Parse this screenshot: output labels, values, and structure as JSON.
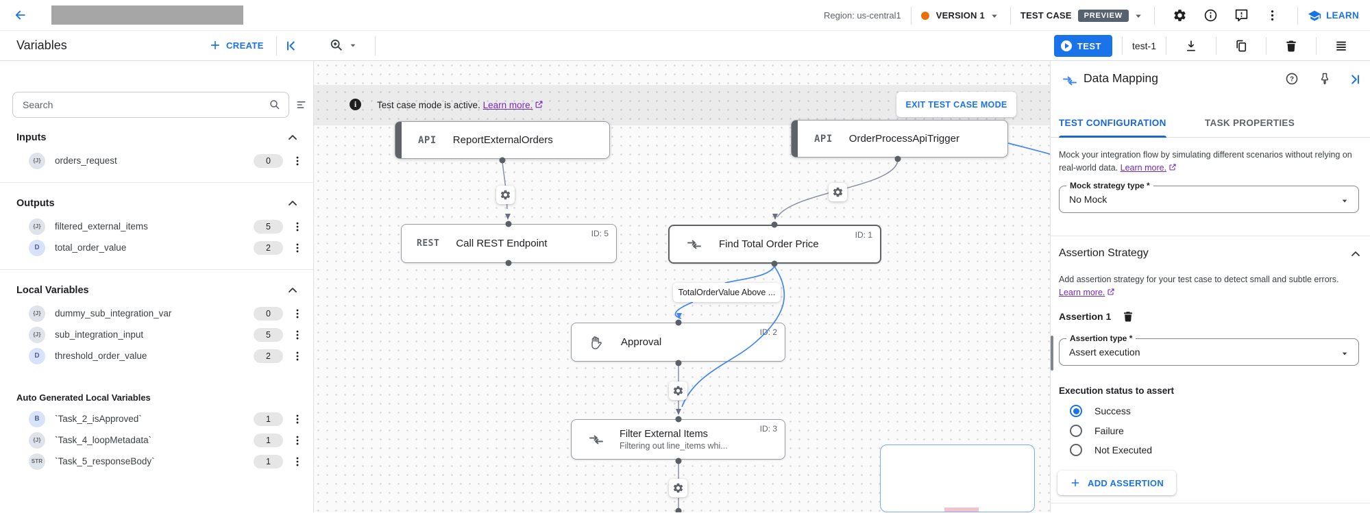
{
  "topbar": {
    "region": "Region: us-central1",
    "version_label": "VERSION 1",
    "test_case_label": "TEST CASE",
    "preview_badge": "PREVIEW",
    "learn_label": "LEARN"
  },
  "toolbar": {
    "title": "Variables",
    "create_label": "CREATE",
    "test_label": "TEST",
    "test_name": "test-1"
  },
  "sidebar": {
    "search_placeholder": "Search",
    "sections": [
      {
        "title": "Inputs",
        "chevron": true,
        "divider": true,
        "small": false,
        "items": [
          {
            "type": "{J}",
            "name": "orders_request",
            "count": "0"
          }
        ]
      },
      {
        "title": "Outputs",
        "chevron": true,
        "divider": true,
        "small": false,
        "items": [
          {
            "type": "{J}",
            "name": "filtered_external_items",
            "count": "5"
          },
          {
            "type": "D",
            "name": "total_order_value",
            "count": "2"
          }
        ]
      },
      {
        "title": "Local Variables",
        "chevron": true,
        "divider": false,
        "small": false,
        "items": [
          {
            "type": "{J}",
            "name": "dummy_sub_integration_var",
            "count": "0"
          },
          {
            "type": "{J}",
            "name": "sub_integration_input",
            "count": "5"
          },
          {
            "type": "D",
            "name": "threshold_order_value",
            "count": "2"
          }
        ]
      },
      {
        "title": "Auto Generated Local Variables",
        "chevron": false,
        "divider": false,
        "small": true,
        "items": [
          {
            "type": "B",
            "name": "`Task_2_isApproved`",
            "count": "1"
          },
          {
            "type": "{J}",
            "name": "`Task_4_loopMetadata`",
            "count": "1"
          },
          {
            "type": "STR",
            "name": "`Task_5_responseBody`",
            "count": "1"
          }
        ]
      }
    ]
  },
  "canvas": {
    "banner": {
      "text": "Test case mode is active.",
      "link": "Learn more.",
      "exit_button": "EXIT TEST CASE MODE"
    },
    "edge_label": "TotalOrderValue Above ...",
    "nodes": {
      "report": {
        "tag": "API",
        "title": "ReportExternalOrders"
      },
      "trigger": {
        "tag": "API",
        "title": "OrderProcessApiTrigger"
      },
      "rest": {
        "tag": "REST",
        "title": "Call REST Endpoint",
        "id": "ID: 5"
      },
      "find": {
        "title": "Find Total Order Price",
        "id": "ID: 1"
      },
      "approval": {
        "title": "Approval",
        "id": "ID: 2"
      },
      "filter": {
        "title": "Filter External Items",
        "id": "ID: 3",
        "subtitle": "Filtering out line_items whi..."
      }
    }
  },
  "panel": {
    "title": "Data Mapping",
    "tabs": [
      "TEST CONFIGURATION",
      "TASK PROPERTIES"
    ],
    "mock": {
      "desc": "Mock your integration flow by simulating different scenarios without relying on real-world data.",
      "link": "Learn more.",
      "field_label": "Mock strategy type *",
      "field_value": "No Mock"
    },
    "assertion": {
      "heading": "Assertion Strategy",
      "desc": "Add assertion strategy for your test case to detect small and subtle errors.",
      "link": "Learn more.",
      "item_title": "Assertion 1",
      "field_label": "Assertion type *",
      "field_value": "Assert execution",
      "status_label": "Execution status to assert",
      "options": [
        {
          "label": "Success",
          "selected": true
        },
        {
          "label": "Failure",
          "selected": false
        },
        {
          "label": "Not Executed",
          "selected": false
        }
      ],
      "add_button": "ADD ASSERTION"
    }
  },
  "colors": {
    "accent": "#1a73e8",
    "tab_active": "#1967d2",
    "link_purple": "#7627bb",
    "version_dot": "#e8710a",
    "preview_badge_bg": "#566270",
    "edge_gray": "#8a90a0",
    "edge_blue": "#4285f4"
  }
}
